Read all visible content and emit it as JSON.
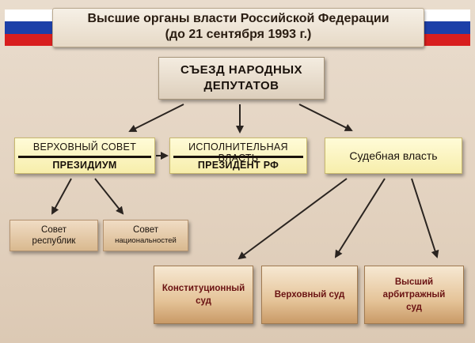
{
  "header": {
    "title_line1": "Высшие органы власти Российской Федерации",
    "title_line2": "(до 21 сентября 1993 г.)",
    "flag_colors": [
      "#ffffff",
      "#1c3fa8",
      "#d81e1e"
    ]
  },
  "congress": {
    "line1": "СЪЕЗД  НАРОДНЫХ",
    "line2": "ДЕПУТАТОВ"
  },
  "supreme_council": {
    "top": "ВЕРХОВНЫЙ СОВЕТ",
    "bottom": "ПРЕЗИДИУМ"
  },
  "executive": {
    "top": "ИСПОЛНИТЕЛЬНАЯ ВЛАСТЬ",
    "bottom": "ПРЕЗИДЕНТ  РФ"
  },
  "judicial": {
    "label": "Судебная власть"
  },
  "chambers": {
    "republics_line1": "Совет",
    "republics_line2": "республик",
    "nationalities_line1": "Совет",
    "nationalities_line2": "национальностей"
  },
  "courts": {
    "constitutional_line1": "Конституционный",
    "constitutional_line2": "суд",
    "supreme": "Верховный суд",
    "arbitration_line1": "Высший",
    "arbitration_line2": "арбитражный",
    "arbitration_line3": "суд"
  }
}
